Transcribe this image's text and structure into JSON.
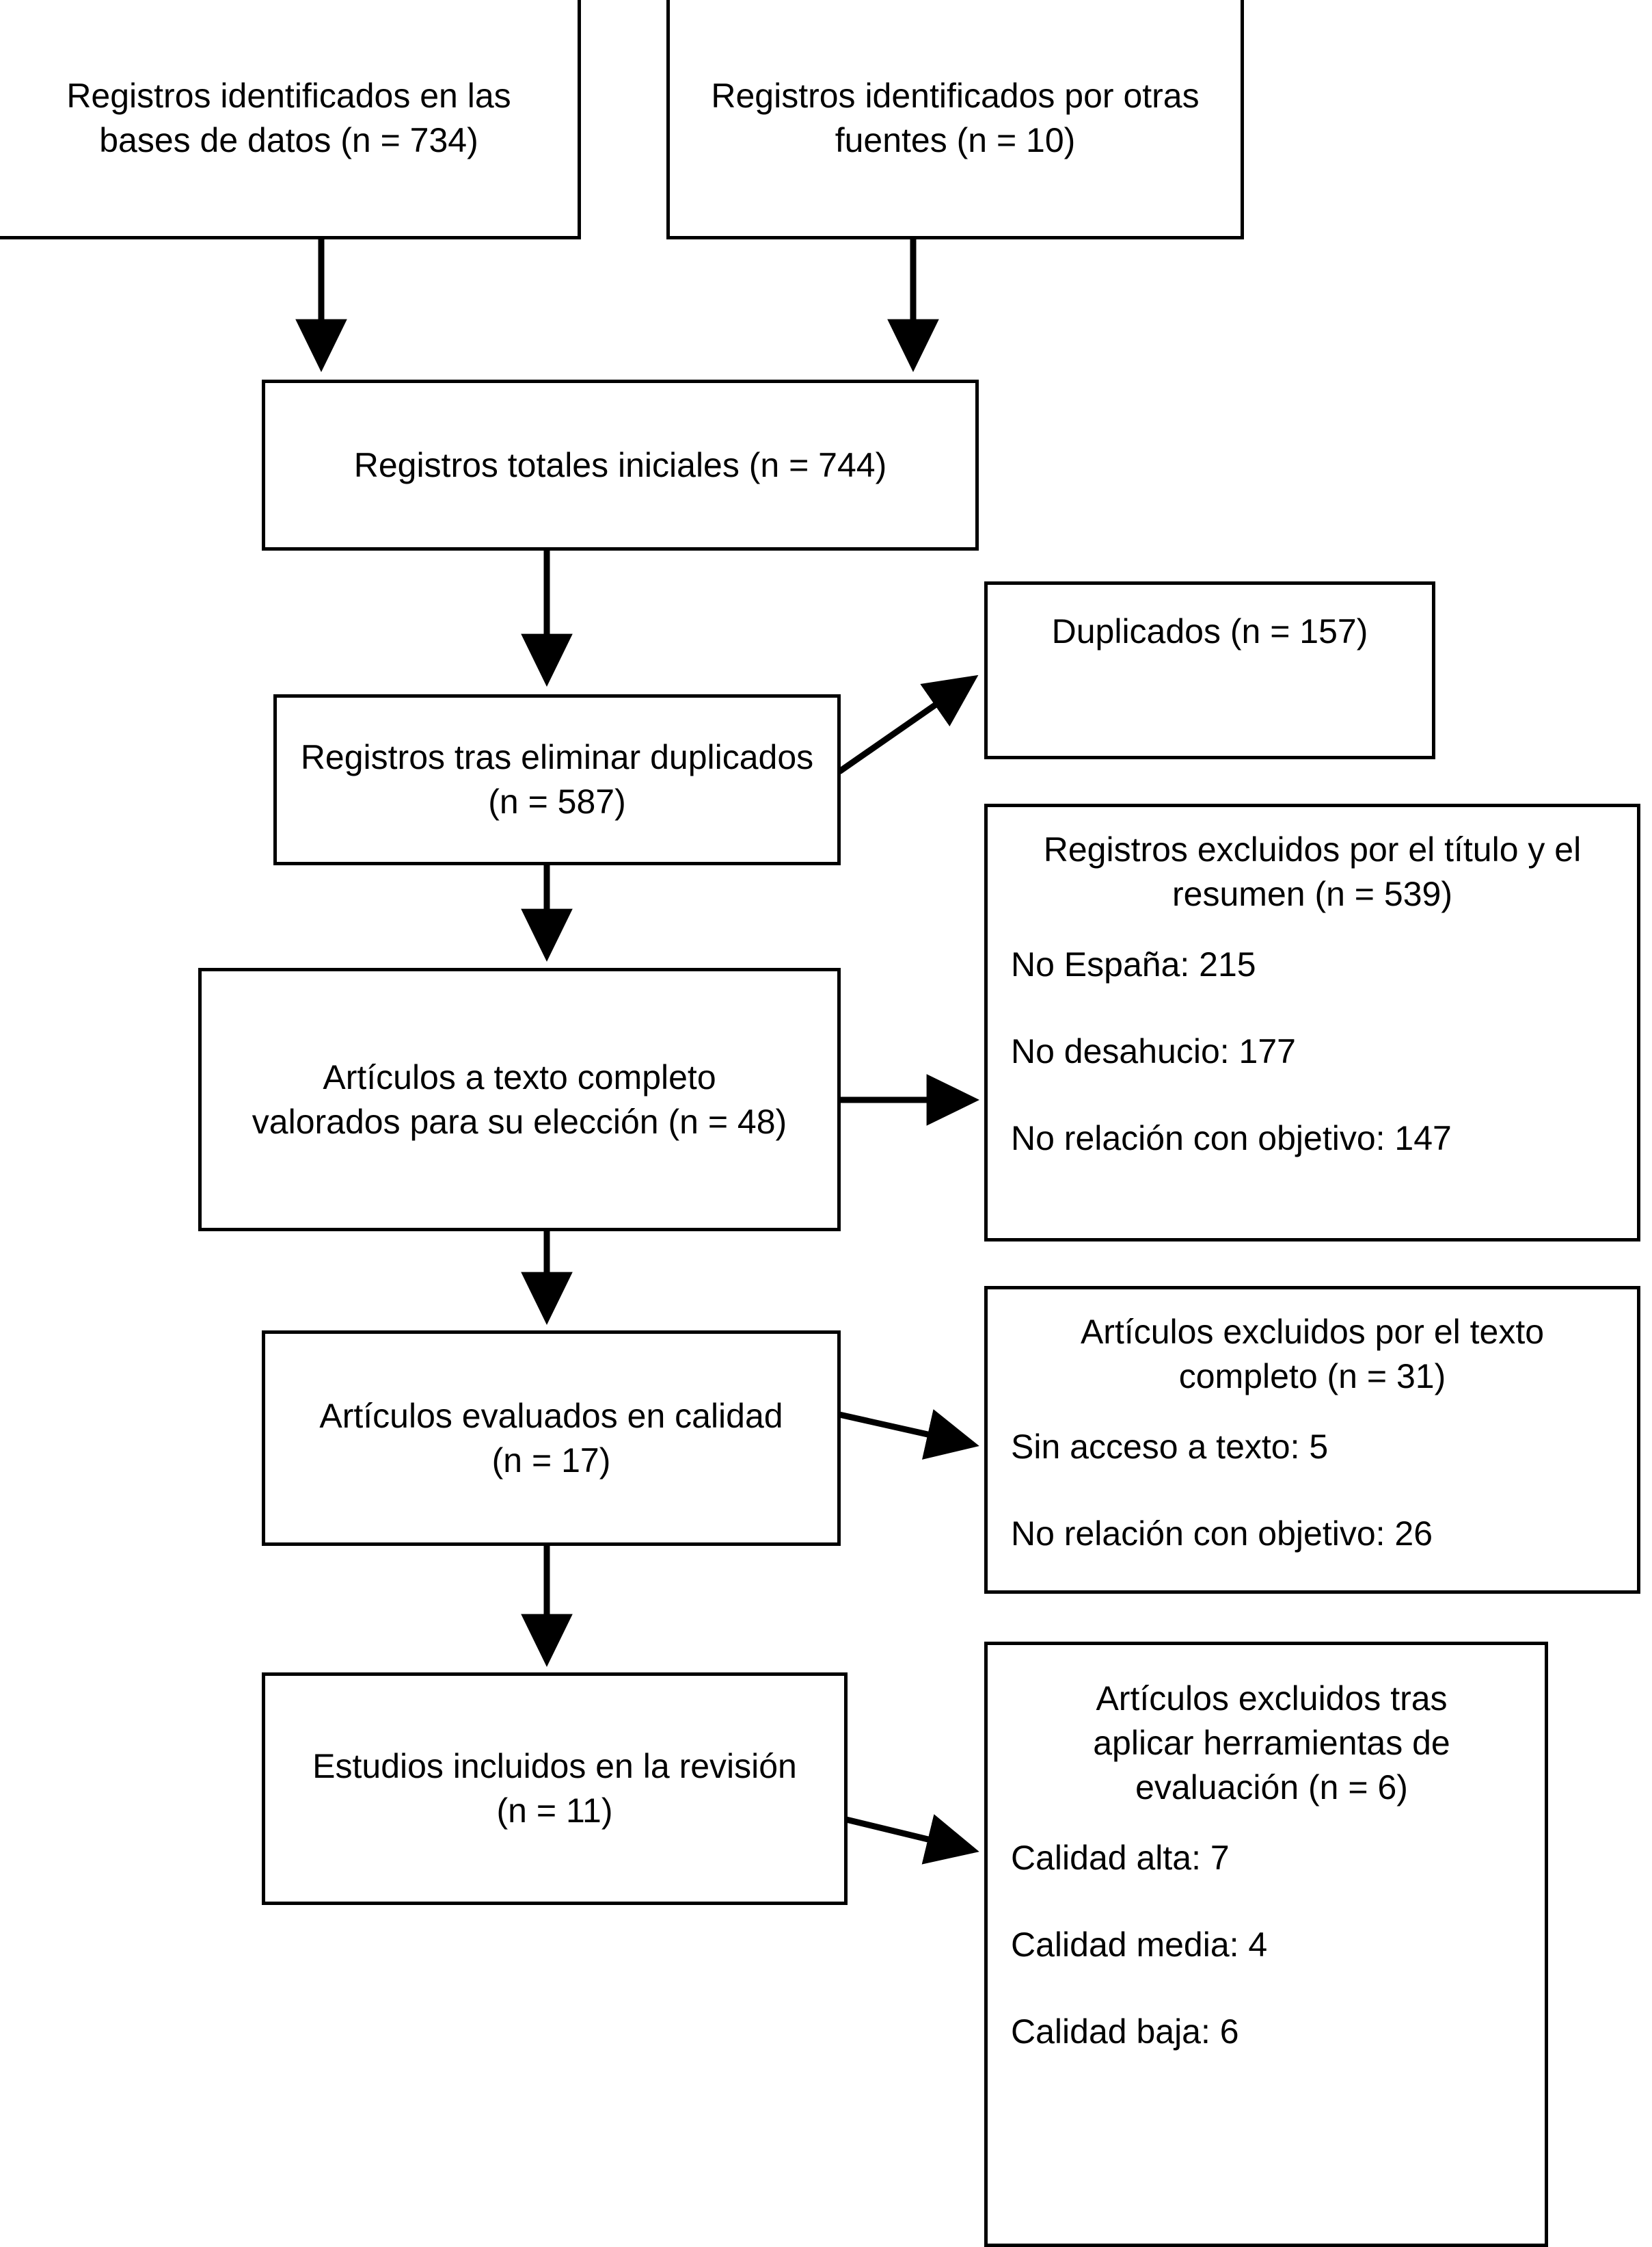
{
  "diagram": {
    "type": "prisma-flow-diagram",
    "language": "es",
    "boxes": {
      "identified_databases": "Registros identificados en las bases de datos (n = 734)",
      "identified_other_sources": "Registros identificados por otras fuentes (n = 10)",
      "total_initial": "Registros totales iniciales (n = 744)",
      "after_duplicates": "Registros tras eliminar duplicados (n = 587)",
      "duplicates": "Duplicados (n = 157)",
      "excluded_title_abstract_title": "Registros excluidos por el título y el resumen (n = 539)",
      "excluded_title_abstract_r1": "No España: 215",
      "excluded_title_abstract_r2": "No desahucio: 177",
      "excluded_title_abstract_r3": "No relación con objetivo: 147",
      "fulltext_assessed_l1": "Artículos a texto completo",
      "fulltext_assessed_l2": "valorados para su elección (n = 48)",
      "quality_assessed_l1": "Artículos evaluados en calidad",
      "quality_assessed_l2": "(n = 17)",
      "excluded_fulltext_title": "Artículos excluidos por el texto completo (n = 31)",
      "excluded_fulltext_r1": "Sin acceso a texto: 5",
      "excluded_fulltext_r2": "No relación con objetivo: 26",
      "included_studies_l1": "Estudios incluidos en la revisión",
      "included_studies_l2": "(n = 11)",
      "excluded_tools_title": "Artículos excluidos tras aplicar herramientas de evaluación (n = 6)",
      "excluded_tools_r1": "Calidad alta: 7",
      "excluded_tools_r2": "Calidad media: 4",
      "excluded_tools_r3": " Calidad baja: 6"
    },
    "counts": {
      "databases": 734,
      "other_sources": 10,
      "total_initial": 744,
      "duplicates": 157,
      "after_duplicates": 587,
      "excluded_title_abstract": 539,
      "no_spain": 215,
      "no_eviction": 177,
      "no_objective_relation_screening": 147,
      "fulltext_assessed": 48,
      "excluded_fulltext": 31,
      "no_text_access": 5,
      "no_objective_relation_fulltext": 26,
      "quality_assessed": 17,
      "excluded_quality_tools": 6,
      "quality_high": 7,
      "quality_medium": 4,
      "quality_low": 6,
      "included_studies": 11
    },
    "colors": {
      "stroke": "#000000",
      "fill": "#ffffff",
      "text": "#000000"
    }
  }
}
